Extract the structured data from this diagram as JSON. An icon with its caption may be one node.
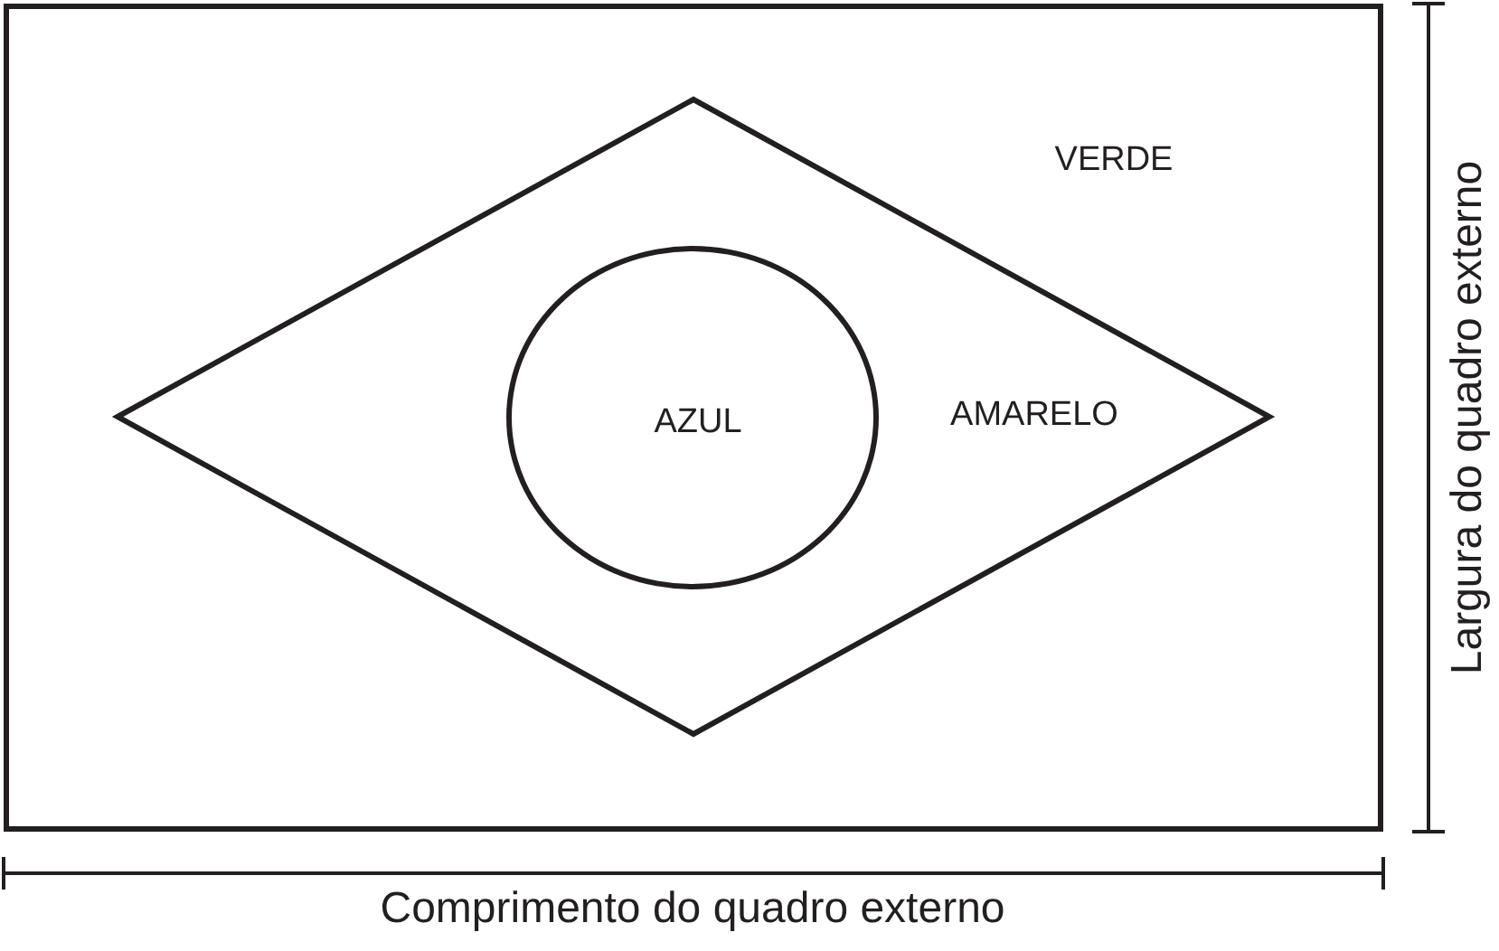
{
  "diagram": {
    "nodes": [
      {
        "text": [
          "VERDE"
        ]
      },
      {
        "text": [
          "AMARELO"
        ],
        "in": 0
      },
      {
        "text": [
          "AZUL"
        ],
        "in": 1
      }
    ],
    "edges": [],
    "labels": [
      "Largura do quadro externo",
      "Comprimento do quadro externo"
    ]
  }
}
